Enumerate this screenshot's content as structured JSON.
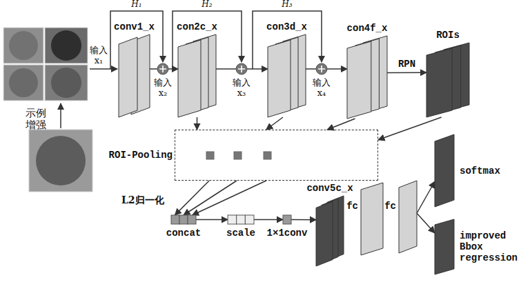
{
  "diagram": {
    "nodes": [
      {
        "text": [
          "conv1_x"
        ]
      },
      {
        "text": [
          "con2c_x"
        ]
      },
      {
        "text": [
          "con3d_x"
        ]
      },
      {
        "text": [
          "con4f_x"
        ]
      },
      {
        "text": [
          "ROIs"
        ]
      },
      {
        "text": [
          "ROI-Pooling"
        ]
      },
      {
        "text": [
          "concat"
        ]
      },
      {
        "text": [
          "scale"
        ]
      },
      {
        "text": [
          "1×1conv"
        ]
      },
      {
        "text": [
          "conv5c_x"
        ]
      },
      {
        "text": [
          "fc"
        ]
      },
      {
        "text": [
          "fc"
        ]
      },
      {
        "text": [
          "softmax"
        ]
      },
      {
        "text": [
          "improved Bbox regression"
        ]
      }
    ],
    "edges": [
      {
        "from": 0,
        "to": 1,
        "arrow": "to"
      },
      {
        "from": 1,
        "to": 2,
        "arrow": "to"
      },
      {
        "from": 2,
        "to": 3,
        "arrow": "to"
      },
      {
        "from": 3,
        "to": 4,
        "label": "RPN",
        "arrow": "to"
      },
      {
        "from": 1,
        "to": 5,
        "arrow": "to"
      },
      {
        "from": 2,
        "to": 5,
        "arrow": "to"
      },
      {
        "from": 3,
        "to": 5,
        "arrow": "to"
      },
      {
        "from": 4,
        "to": 5,
        "arrow": "to"
      },
      {
        "from": 5,
        "to": 6,
        "arrow": "to"
      },
      {
        "from": 5,
        "to": 6,
        "arrow": "to"
      },
      {
        "from": 5,
        "to": 6,
        "arrow": "to"
      },
      {
        "from": 6,
        "to": 7,
        "arrow": "to"
      },
      {
        "from": 7,
        "to": 8,
        "arrow": "to"
      },
      {
        "from": 8,
        "to": 9,
        "arrow": "to"
      },
      {
        "from": 11,
        "to": 12,
        "arrow": "to"
      },
      {
        "from": 11,
        "to": 13,
        "arrow": "to"
      }
    ],
    "labels": [
      "H₁",
      "H₂",
      "H₃",
      "输入 x₁",
      "输入 x₂",
      "输入 x₃",
      "输入 x₄",
      "示例增强",
      "L2归一化"
    ]
  }
}
